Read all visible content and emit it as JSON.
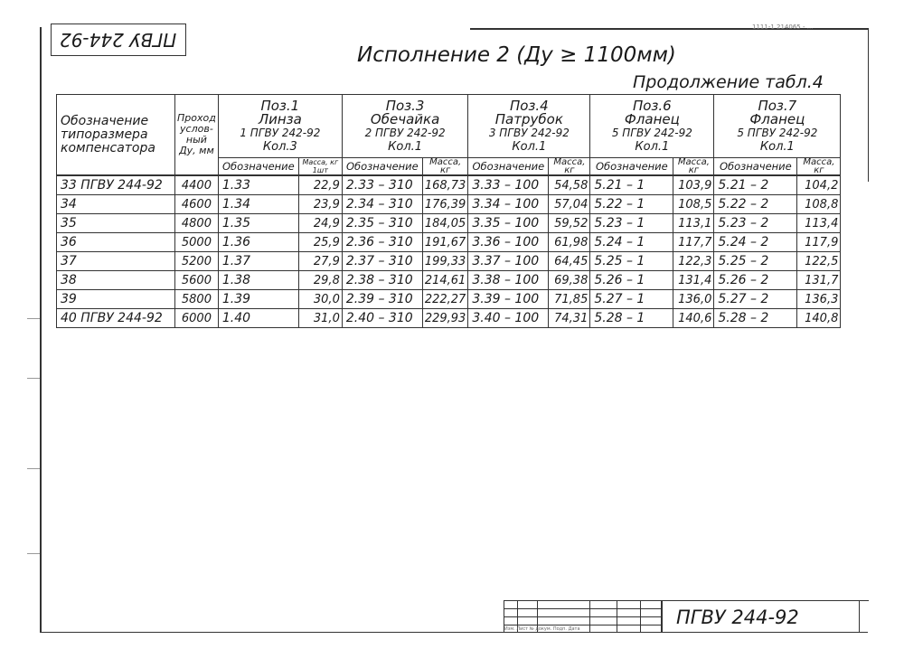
{
  "corner_stamp": "ПГВУ 244-92",
  "top_note": "1111-1 214065  -  ...",
  "heading": "Исполнение 2 (Ду ≥ 1100мм)",
  "continuation": "Продолжение  табл.4",
  "table": {
    "col_designation": "Обозначение типоразмера компенсатора",
    "col_pass": "Проход услов-ный Ду, мм",
    "groups": [
      {
        "pos": "Поз.1",
        "name": "Линза",
        "doc": "1 ПГВУ 242-92",
        "qty": "Кол.3",
        "sub_des": "Обозначение",
        "sub_mass": "Масса, кг 1шт"
      },
      {
        "pos": "Поз.3",
        "name": "Обечайка",
        "doc": "2 ПГВУ 242-92",
        "qty": "Кол.1",
        "sub_des": "Обозначение",
        "sub_mass": "Масса, кг"
      },
      {
        "pos": "Поз.4",
        "name": "Патрубок",
        "doc": "3 ПГВУ 242-92",
        "qty": "Кол.1",
        "sub_des": "Обозначение",
        "sub_mass": "Масса, кг"
      },
      {
        "pos": "Поз.6",
        "name": "Фланец",
        "doc": "5 ПГВУ 242-92",
        "qty": "Кол.1",
        "sub_des": "Обозначение",
        "sub_mass": "Масса, кг"
      },
      {
        "pos": "Поз.7",
        "name": "Фланец",
        "doc": "5 ПГВУ 242-92",
        "qty": "Кол.1",
        "sub_des": "Обозначение",
        "sub_mass": "Масса, кг"
      }
    ],
    "rows": [
      [
        "33  ПГВУ 244-92",
        "4400",
        "1.33",
        "22,9",
        "2.33 – 310",
        "168,73",
        "3.33 – 100",
        "54,58",
        "5.21 – 1",
        "103,9",
        "5.21 – 2",
        "104,2"
      ],
      [
        "34",
        "4600",
        "1.34",
        "23,9",
        "2.34 – 310",
        "176,39",
        "3.34 – 100",
        "57,04",
        "5.22 – 1",
        "108,5",
        "5.22 – 2",
        "108,8"
      ],
      [
        "35",
        "4800",
        "1.35",
        "24,9",
        "2.35 – 310",
        "184,05",
        "3.35 – 100",
        "59,52",
        "5.23 – 1",
        "113,1",
        "5.23 – 2",
        "113,4"
      ],
      [
        "36",
        "5000",
        "1.36",
        "25,9",
        "2.36 – 310",
        "191,67",
        "3.36 – 100",
        "61,98",
        "5.24 – 1",
        "117,7",
        "5.24 – 2",
        "117,9"
      ],
      [
        "37",
        "5200",
        "1.37",
        "27,9",
        "2.37 – 310",
        "199,33",
        "3.37 – 100",
        "64,45",
        "5.25 – 1",
        "122,3",
        "5.25 – 2",
        "122,5"
      ],
      [
        "38",
        "5600",
        "1.38",
        "29,8",
        "2.38 – 310",
        "214,61",
        "3.38 – 100",
        "69,38",
        "5.26 – 1",
        "131,4",
        "5.26 – 2",
        "131,7"
      ],
      [
        "39",
        "5800",
        "1.39",
        "30,0",
        "2.39 – 310",
        "222,27",
        "3.39 – 100",
        "71,85",
        "5.27 – 1",
        "136,0",
        "5.27 – 2",
        "136,3"
      ],
      [
        "40  ПГВУ 244-92",
        "6000",
        "1.40",
        "31,0",
        "2.40 – 310",
        "229,93",
        "3.40 – 100",
        "74,31",
        "5.28 – 1",
        "140,6",
        "5.28 – 2",
        "140,8"
      ]
    ]
  },
  "title_block": {
    "code": "ПГВУ 244-92",
    "small_labels": "Изм. Лист  № докум.  Подп.  Дата"
  }
}
